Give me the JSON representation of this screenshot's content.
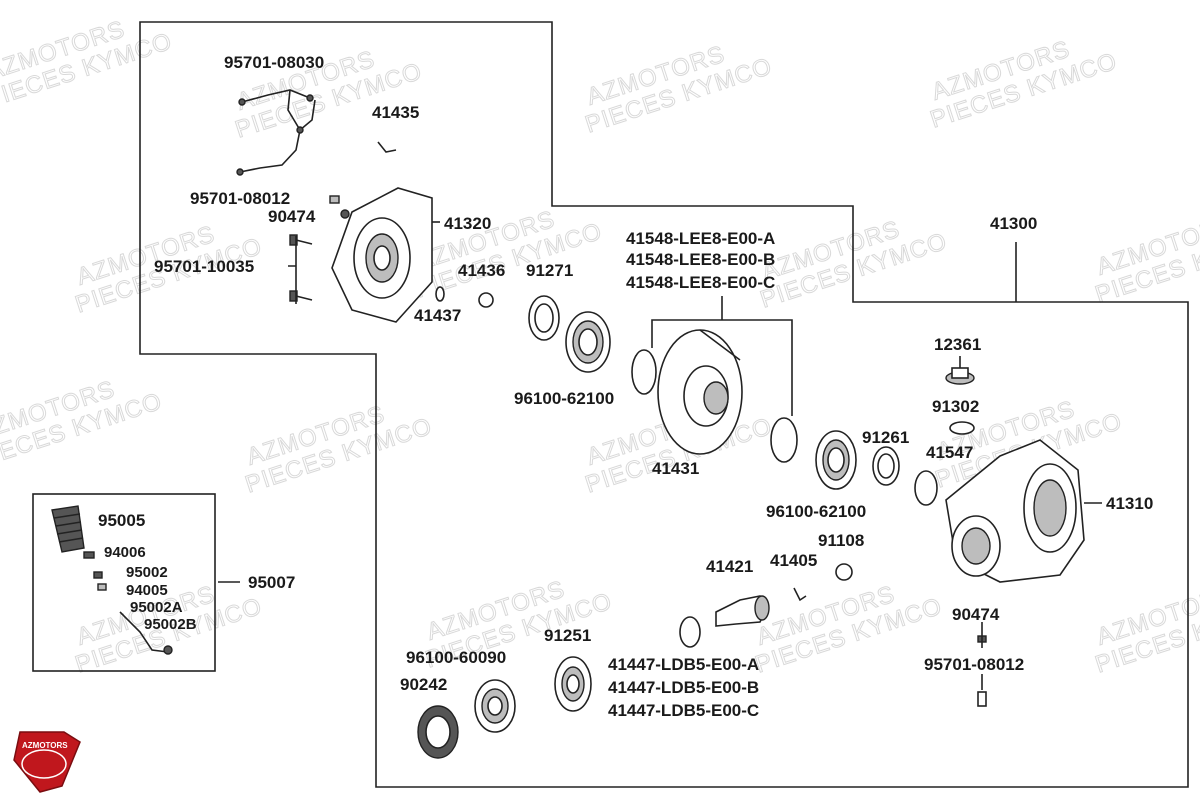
{
  "watermark": {
    "line1": "AZMOTORS",
    "line2": "PIECES KYMCO"
  },
  "logo": {
    "text": "AZMOTORS",
    "color": "#c0171d"
  },
  "parts": {
    "p95701_08030": "95701-08030",
    "p41435": "41435",
    "p95701_08012_a": "95701-08012",
    "p90474_a": "90474",
    "p41320": "41320",
    "p95701_10035": "95701-10035",
    "p41436": "41436",
    "p91271": "91271",
    "p41437": "41437",
    "p41548_a": "41548-LEE8-E00-A",
    "p41548_b": "41548-LEE8-E00-B",
    "p41548_c": "41548-LEE8-E00-C",
    "p41300": "41300",
    "p96100_62100_a": "96100-62100",
    "p12361": "12361",
    "p91302": "91302",
    "p41431": "41431",
    "p91261": "91261",
    "p41547": "41547",
    "p41310": "41310",
    "p96100_62100_b": "96100-62100",
    "p91108": "91108",
    "p41421": "41421",
    "p41405": "41405",
    "p90474_b": "90474",
    "p91251": "91251",
    "p96100_60090": "96100-60090",
    "p41447_a": "41447-LDB5-E00-A",
    "p41447_b": "41447-LDB5-E00-B",
    "p41447_c": "41447-LDB5-E00-C",
    "p95701_08012_b": "95701-08012",
    "p90242": "90242",
    "p95005": "95005",
    "p94006": "94006",
    "p95002": "95002",
    "p94005": "94005",
    "p95002A": "95002A",
    "p95002B": "95002B",
    "p95007": "95007"
  }
}
